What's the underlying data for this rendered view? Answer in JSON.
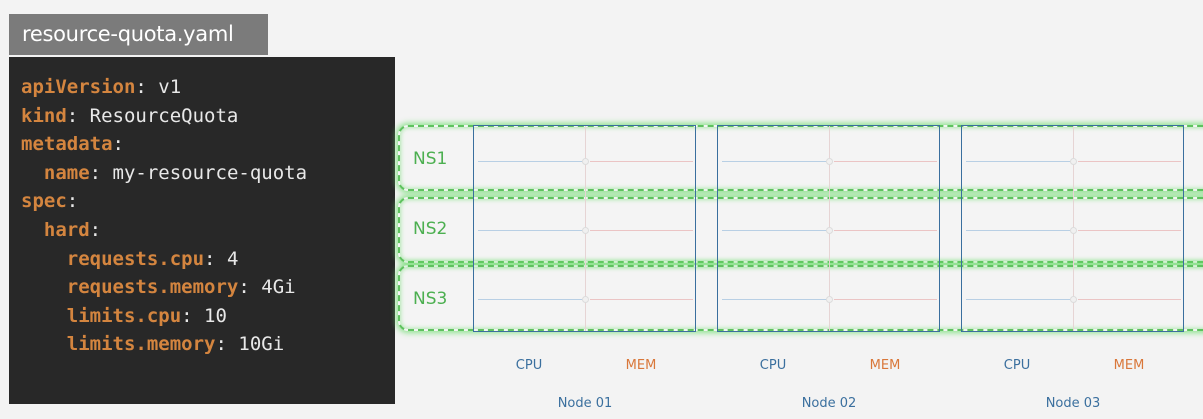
{
  "file": {
    "name": "resource-quota.yaml"
  },
  "code": {
    "lines": [
      {
        "indent": 0,
        "key": "apiVersion",
        "value": "v1"
      },
      {
        "indent": 0,
        "key": "kind",
        "value": "ResourceQuota"
      },
      {
        "indent": 0,
        "key": "metadata",
        "value": ""
      },
      {
        "indent": 1,
        "key": "name",
        "value": "my-resource-quota"
      },
      {
        "indent": 0,
        "key": "spec",
        "value": ""
      },
      {
        "indent": 1,
        "key": "hard",
        "value": ""
      },
      {
        "indent": 2,
        "key": "requests.cpu",
        "value": "4"
      },
      {
        "indent": 2,
        "key": "requests.memory",
        "value": "4Gi"
      },
      {
        "indent": 2,
        "key": "limits.cpu",
        "value": "10"
      },
      {
        "indent": 2,
        "key": "limits.memory",
        "value": "10Gi"
      }
    ]
  },
  "diagram": {
    "namespaces": [
      "NS1",
      "NS2",
      "NS3"
    ],
    "nodes": [
      {
        "label": "Node 01",
        "resources": [
          "CPU",
          "MEM"
        ]
      },
      {
        "label": "Node 02",
        "resources": [
          "CPU",
          "MEM"
        ]
      },
      {
        "label": "Node 03",
        "resources": [
          "CPU",
          "MEM"
        ]
      }
    ],
    "colors": {
      "namespace": "#4caf50",
      "cpu": "#3a6f9e",
      "mem": "#d9773a",
      "node_border": "#3a6f9e",
      "code_key": "#d4853f",
      "code_bg": "#282828"
    }
  }
}
